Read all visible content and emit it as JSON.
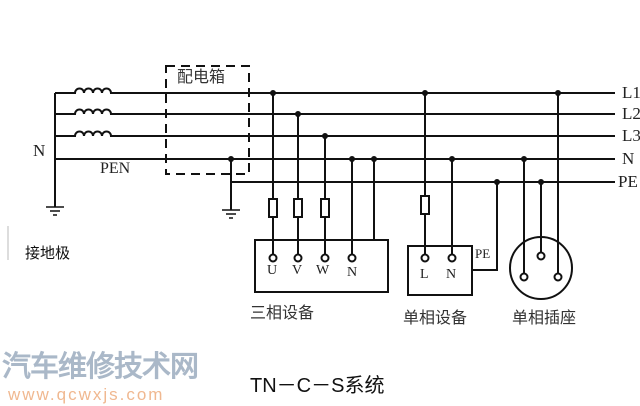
{
  "labels": {
    "n_source": "N",
    "pen": "PEN",
    "box": "配电箱",
    "ground_electrode": "接地极",
    "lines": [
      "L1",
      "L2",
      "L3",
      "N",
      "PE"
    ],
    "three_phase": {
      "title": "三相设备",
      "terminals": [
        "U",
        "V",
        "W",
        "N"
      ]
    },
    "single_phase": {
      "title": "单相设备",
      "terminals": [
        "L",
        "N"
      ],
      "pe": "PE"
    },
    "socket": {
      "title": "单相插座"
    }
  },
  "caption": "TN－C－S系统",
  "watermark": {
    "name": "汽车维修技术网",
    "url": "www.qcwxjs.com"
  }
}
